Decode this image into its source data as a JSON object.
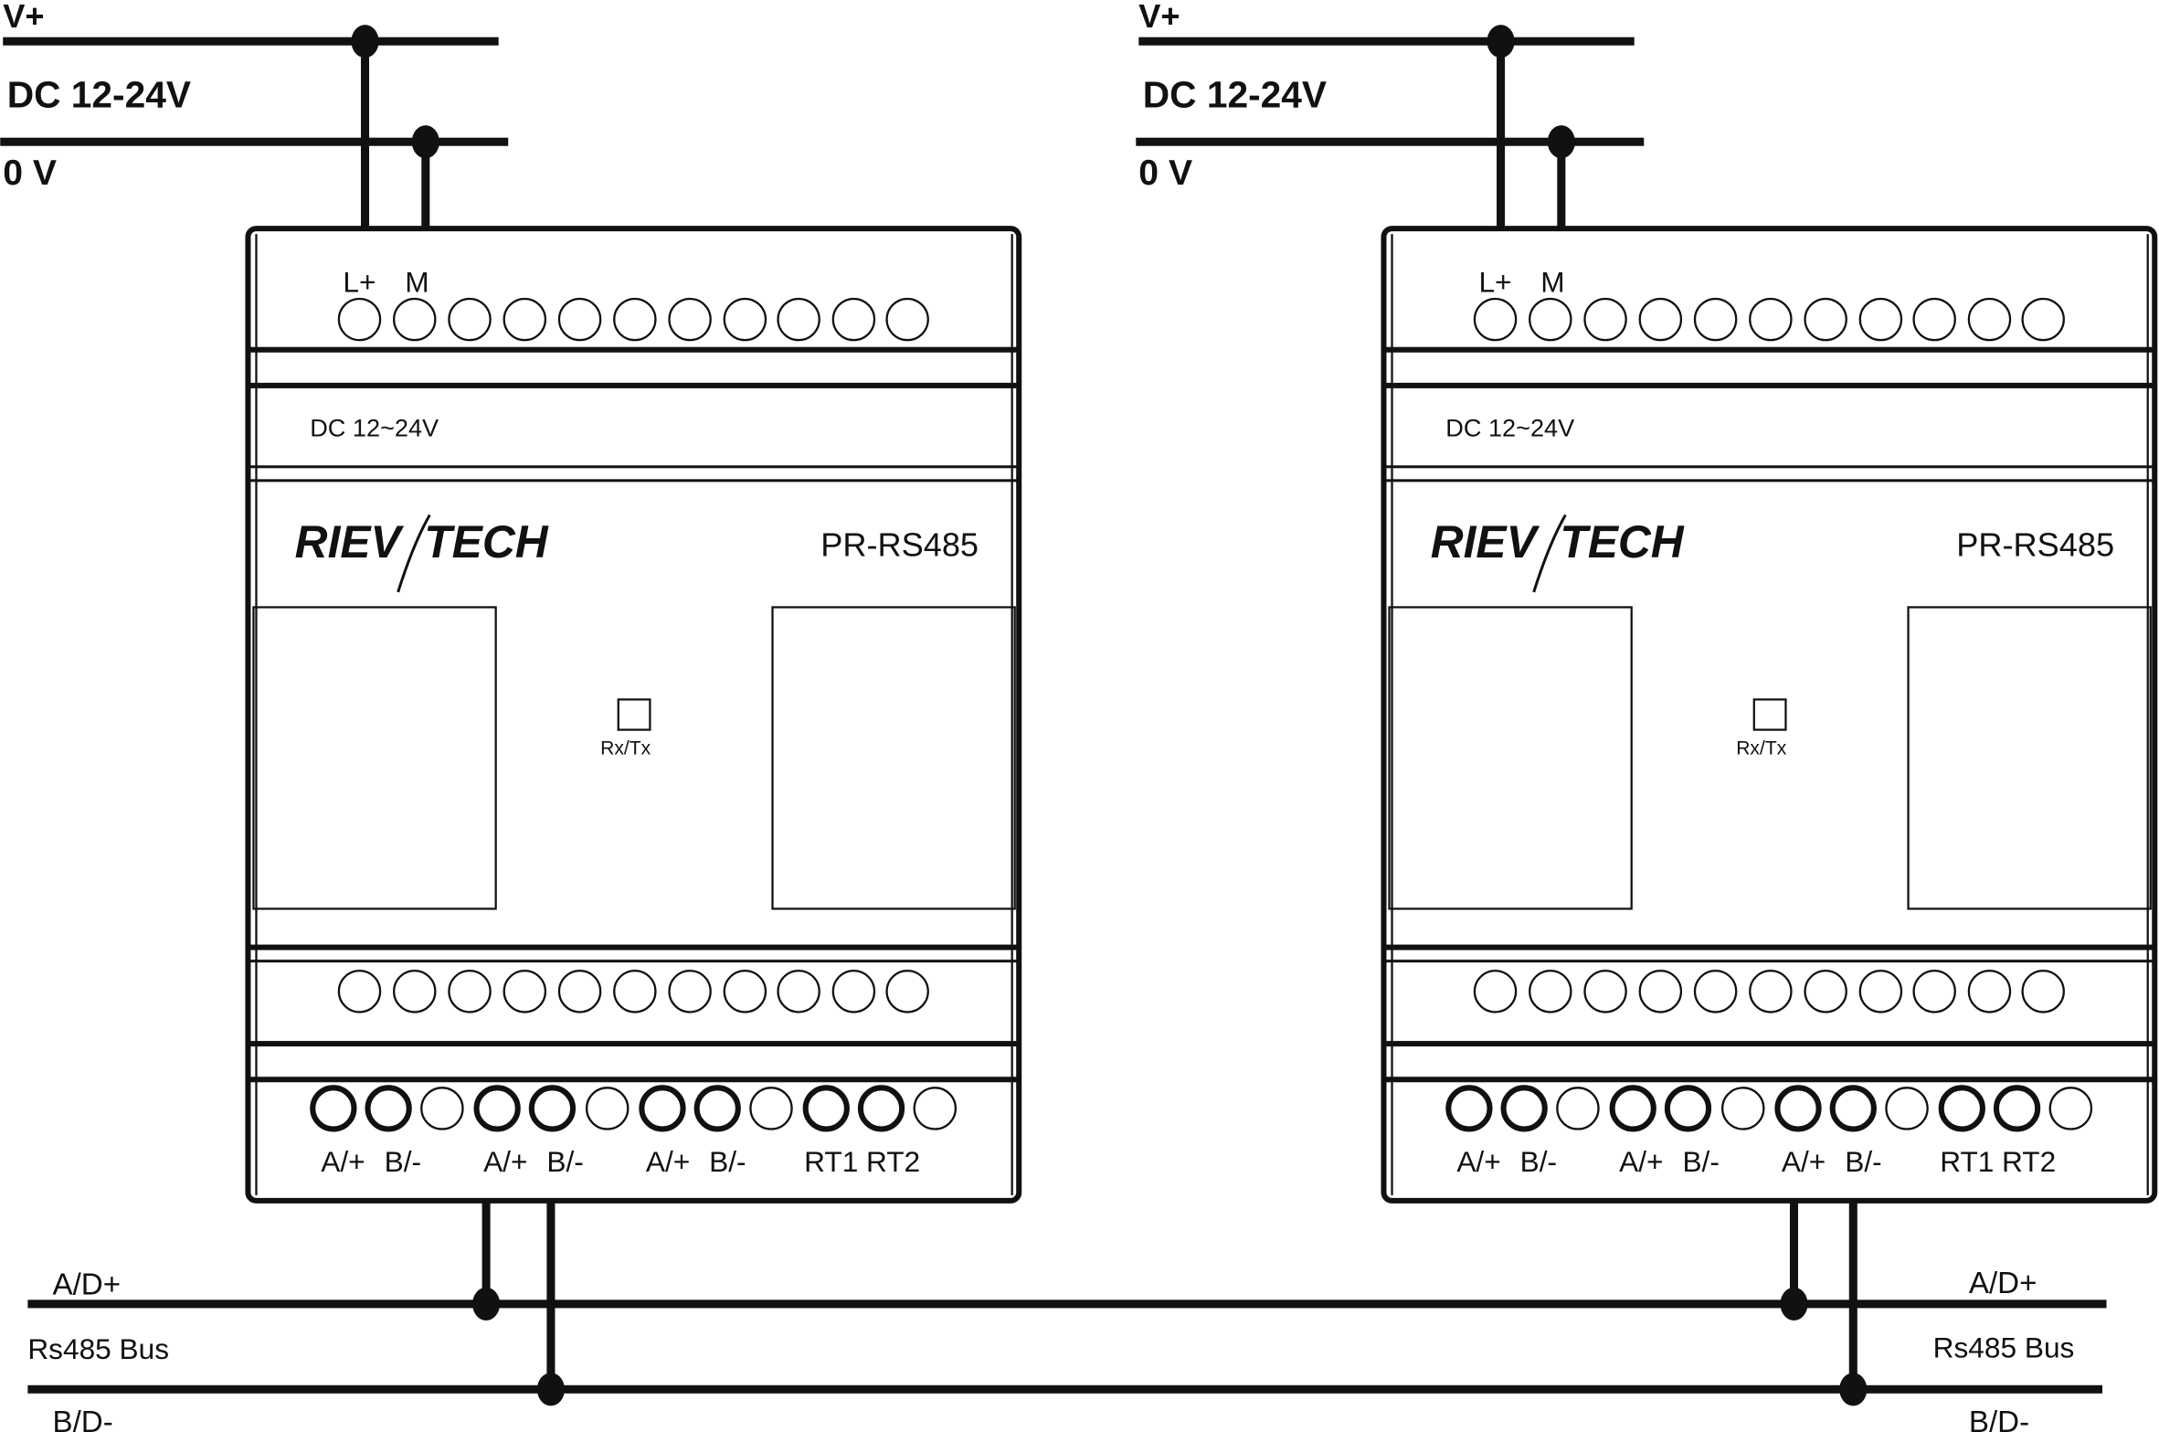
{
  "power": {
    "vplus_label": "V+",
    "supply_label": "DC 12-24V",
    "zero_label": "0 V"
  },
  "module": {
    "brand": "RIEV/TECH",
    "brand_left": "RIEV",
    "brand_right": "TECH",
    "model": "PR-RS485",
    "supply_rating": "DC 12~24V",
    "power_terminals": [
      "L+",
      "M"
    ],
    "led_label": "Rx/Tx",
    "bottom_terminals": [
      "A/+",
      "B/-",
      "A/+",
      "B/-",
      "A/+",
      "B/-",
      "RT1",
      "RT2"
    ]
  },
  "modules": [
    {
      "id": "left"
    },
    {
      "id": "right"
    }
  ],
  "bus": {
    "a_label": "A/D+",
    "name": "Rs485 Bus",
    "b_label": "B/D-"
  },
  "colors": {
    "ink": "#111111",
    "background": "#ffffff"
  }
}
